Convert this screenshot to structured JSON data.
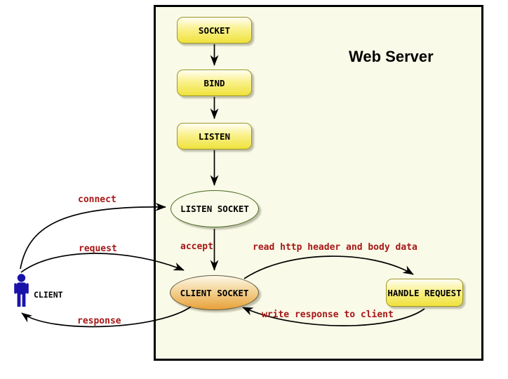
{
  "diagram": {
    "title": "Web Server",
    "nodes": {
      "socket": "SOCKET",
      "bind": "BIND",
      "listen": "LISTEN",
      "listen_socket": "LISTEN SOCKET",
      "client_socket": "CLIENT SOCKET",
      "handle_request": "HANDLE REQUEST",
      "client": "CLIENT"
    },
    "edges": [
      {
        "label": "connect",
        "from": "CLIENT",
        "to": "LISTEN SOCKET"
      },
      {
        "label": "request",
        "from": "CLIENT",
        "to": "CLIENT SOCKET"
      },
      {
        "label": "response",
        "from": "CLIENT SOCKET",
        "to": "CLIENT"
      },
      {
        "label": "accept",
        "from": "LISTEN SOCKET",
        "to": "CLIENT SOCKET"
      },
      {
        "label": "read http header and body data",
        "from": "CLIENT SOCKET",
        "to": "HANDLE REQUEST"
      },
      {
        "label": "write response to client",
        "from": "HANDLE REQUEST",
        "to": "CLIENT SOCKET"
      }
    ],
    "flow_sequence": [
      "SOCKET",
      "BIND",
      "LISTEN",
      "LISTEN SOCKET",
      "CLIENT SOCKET"
    ],
    "colors": {
      "edge_label_red": "#a61717",
      "server_background": "#fafae8",
      "box_yellow_top": "#fffef4",
      "box_yellow_bottom": "#efe23d",
      "ellipse_green_bottom": "#3ed133",
      "ellipse_orange_bottom": "#e8a038",
      "client_figure_blue": "#1a13aa",
      "arrow_black": "#000000"
    }
  }
}
